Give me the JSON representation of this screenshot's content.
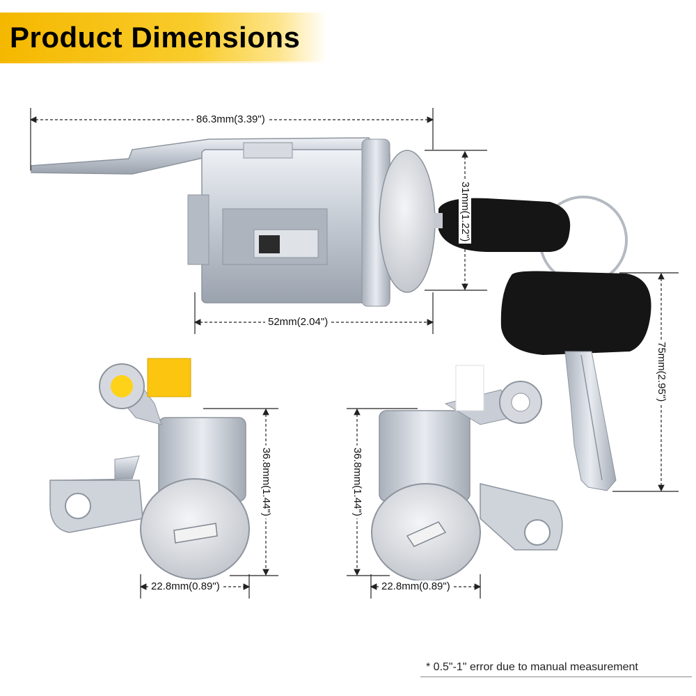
{
  "header": {
    "title": "Product Dimensions"
  },
  "dimensions": {
    "ignition_length": "86.3mm(3.39\")",
    "ignition_head_diameter": "31mm(1.22\")",
    "ignition_body_length": "52mm(2.04\")",
    "key_length": "75mm(2.95\")",
    "left_door_lock_height": "36.8mm(1.44\")",
    "left_door_lock_diameter": "22.8mm(0.89\")",
    "right_door_lock_height": "36.8mm(1.44\")",
    "right_door_lock_diameter": "22.8mm(0.89\")"
  },
  "footnote": "* 0.5\"-1\" error due to manual measurement",
  "colors": {
    "banner_accent": "#f5b800",
    "metal": "#c9ced6",
    "key_black": "#151515",
    "dimension_line": "#222222"
  }
}
